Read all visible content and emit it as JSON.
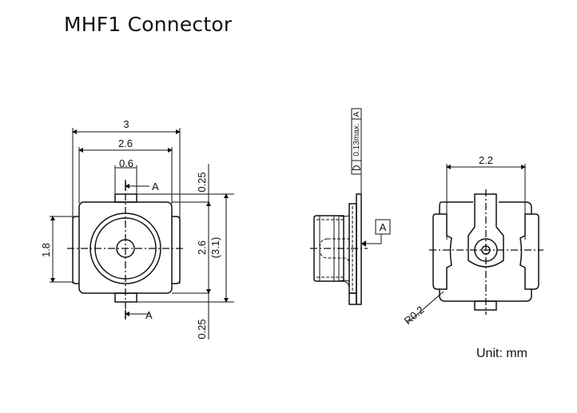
{
  "title": "MHF1 Connector",
  "unit_label": "Unit: mm",
  "front_view": {
    "dim_overall_width": "3",
    "dim_body_width": "2.6",
    "dim_tab_width": "0.6",
    "dim_left_height": "1.8",
    "dim_body_height": "2.6",
    "dim_overall_height": "(3.1)",
    "dim_tab_top": "0.25",
    "dim_tab_bottom": "0.25",
    "section_label_top": "A",
    "section_label_bottom": "A"
  },
  "side_view": {
    "tolerance_symbol": "profile-of-surface",
    "tolerance_value": "0.13max.",
    "tolerance_datum": "A",
    "datum_label": "A"
  },
  "rear_view": {
    "dim_width": "2.2",
    "dim_radius": "R0.2"
  }
}
